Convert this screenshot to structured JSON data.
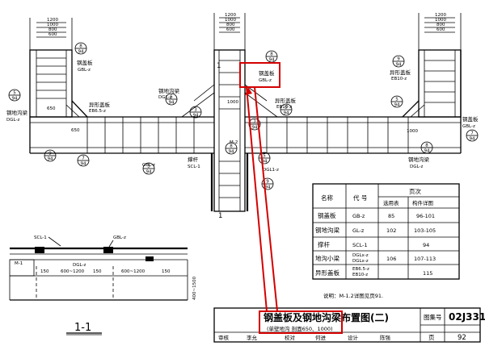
{
  "drawing": {
    "title": "钢盖板及钢地沟梁布置图(二)",
    "subtitle": "(单壁地沟 剖面650、1000)",
    "atlas_label": "图集号",
    "atlas_no": "02J331",
    "page_label": "页",
    "page_no": "92",
    "section_label": "1-1",
    "note": "说明：M-1.2详图见页91.",
    "signatures": [
      "审核",
      "李允",
      "校对",
      "何进",
      "设计",
      "陈强"
    ]
  },
  "plan_labels": {
    "dims_left": [
      "1200",
      "1000",
      "800",
      "600"
    ],
    "dims_center": [
      "1200",
      "1000",
      "800",
      "600"
    ],
    "dims_right": [
      "1200",
      "1000",
      "800",
      "600"
    ],
    "steel_cover_l": "钢盖板",
    "steel_cover_l_code": "GBL-z",
    "special_cover_l": "异形盖板",
    "special_cover_l_code": "EB6.5-z",
    "trench_beam_l": "钢地沟梁",
    "trench_beam_l_code": "DGL-z",
    "steel_cover_c": "钢盖板",
    "steel_cover_c_code": "GBL-z",
    "trench_beam_c": "钢地沟梁",
    "trench_beam_c_code": "DGL-z",
    "special_cover_c": "异形盖板",
    "special_cover_c_code": "EB10-z",
    "special_cover_r": "异形盖板",
    "special_cover_r_code": "EB10-z",
    "steel_cover_r": "钢盖板",
    "steel_cover_r_code": "GBL-z",
    "trench_beam_r": "钢地沟梁",
    "trench_beam_r_code": "DGL-z",
    "brace": "撑杆",
    "brace_code": "SCL-1",
    "beam_code_a": "DGL1-z",
    "beam_code_b": "GBL-z",
    "cover_code_b": "DGL1-z",
    "dim_650": "650",
    "dim_1000": "1000",
    "dim_1000b": "1000",
    "dim_650b": "650",
    "mark_1": "1",
    "mark_1b": "1",
    "mark_m12": "M-2",
    "mark_m1": "M-1"
  },
  "section_labels": {
    "scl": "SCL-1",
    "gbl": "GBL-z",
    "dgl": "DGL-z",
    "m1": "M-1",
    "d150a": "150",
    "d600": "600~1200",
    "d600b": "600~1200",
    "d150b": "150",
    "d150c": "150",
    "dheight": "400~1500"
  },
  "bubbles": [
    {
      "top": "8",
      "bottom": "94"
    },
    {
      "top": "5",
      "bottom": "94"
    },
    {
      "top": "9",
      "bottom": "94"
    },
    {
      "top": "7",
      "bottom": "94"
    },
    {
      "top": "3",
      "bottom": "94"
    },
    {
      "top": "5",
      "bottom": "94"
    },
    {
      "top": "7",
      "bottom": "94"
    },
    {
      "top": "8",
      "bottom": "94"
    },
    {
      "top": "9",
      "bottom": "94"
    },
    {
      "top": "5",
      "bottom": "94"
    },
    {
      "top": "3",
      "bottom": "94"
    },
    {
      "top": "5",
      "bottom": "94"
    },
    {
      "top": "8",
      "bottom": "94"
    },
    {
      "top": "9",
      "bottom": "94"
    },
    {
      "top": "5",
      "bottom": "94"
    },
    {
      "top": "8",
      "bottom": "94"
    },
    {
      "top": "7",
      "bottom": "94"
    }
  ],
  "table": {
    "headers": [
      "名称",
      "代 号",
      "页次"
    ],
    "subheaders": [
      "选用表",
      "构件详图"
    ],
    "rows": [
      {
        "name": "钢盖板",
        "code": "GB-z",
        "sel": "85",
        "detail": "96-101"
      },
      {
        "name": "钢地沟梁",
        "code": "GL-z",
        "sel": "102",
        "detail": "103-105"
      },
      {
        "name": "撑杆",
        "code": "SCL-1",
        "sel": "",
        "detail": "94"
      },
      {
        "name": "地沟小梁",
        "code": "DGLx-z\nDGLx-z",
        "sel": "106",
        "detail": "107-113"
      },
      {
        "name": "异形盖板",
        "code": "EB6.5-z\nEB10-z",
        "sel": "",
        "detail": "115"
      }
    ]
  },
  "colors": {
    "highlight": "#d40000",
    "ink": "#000000"
  }
}
